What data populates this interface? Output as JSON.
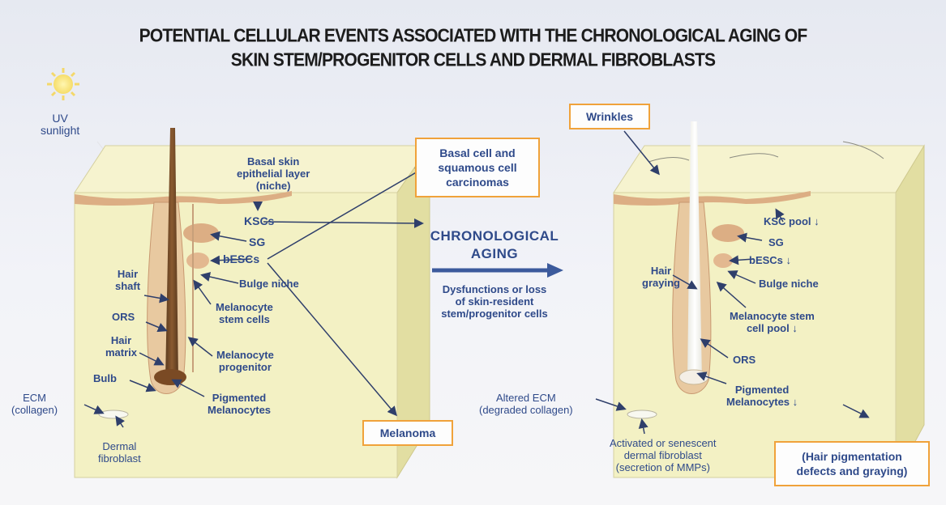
{
  "title_line1": "POTENTIAL CELLULAR EVENTS ASSOCIATED WITH THE CHRONOLOGICAL AGING OF",
  "title_line2": "SKIN STEM/PROGENITOR CELLS AND DERMAL FIBROBLASTS",
  "uv": {
    "line1": "UV",
    "line2": "sunlight"
  },
  "left": {
    "basal_1": "Basal skin",
    "basal_2": "epithelial layer",
    "basal_3": "(niche)",
    "kscs": "KSCs",
    "sg": "SG",
    "bescs": "bESCs",
    "bulge": "Bulge niche",
    "hair_shaft_1": "Hair",
    "hair_shaft_2": "shaft",
    "ors": "ORS",
    "hair_matrix_1": "Hair",
    "hair_matrix_2": "matrix",
    "bulb": "Bulb",
    "mel_stem_1": "Melanocyte",
    "mel_stem_2": "stem cells",
    "mel_prog_1": "Melanocyte",
    "mel_prog_2": "progenitor",
    "pig_1": "Pigmented",
    "pig_2": "Melanocytes",
    "ecm_1": "ECM",
    "ecm_2": "(collagen)",
    "fib_1": "Dermal",
    "fib_2": "fibroblast"
  },
  "boxes": {
    "carcinoma_1": "Basal cell and",
    "carcinoma_2": "squamous cell",
    "carcinoma_3": "carcinomas",
    "melanoma": "Melanoma",
    "wrinkles": "Wrinkles",
    "pigmentation_1": "(Hair pigmentation",
    "pigmentation_2": "defects and graying)"
  },
  "center": {
    "head_1": "CHRONOLOGICAL",
    "head_2": "AGING",
    "sub_1": "Dysfunctions or loss",
    "sub_2": "of skin-resident",
    "sub_3": "stem/progenitor cells"
  },
  "right": {
    "ksc_pool": "KSC pool ↓",
    "sg": "SG",
    "bescs": "bESCs ↓",
    "bulge": "Bulge niche",
    "graying_1": "Hair",
    "graying_2": "graying",
    "mel_pool_1": "Melanocyte stem",
    "mel_pool_2": "cell pool ↓",
    "ors": "ORS",
    "pig_1": "Pigmented",
    "pig_2": "Melanocytes ↓",
    "ecm_1": "Altered ECM",
    "ecm_2": "(degraded collagen)",
    "fib_1": "Activated or senescent",
    "fib_2": "dermal fibroblast",
    "fib_3": "(secretion of MMPs)"
  },
  "colors": {
    "label": "#2f4a8a",
    "box_border": "#f0a23a",
    "cube_face": "#f3f1c4",
    "cube_top": "#f6f3cf",
    "cube_side": "#e2dea2",
    "arrow": "#3c5a9c",
    "hair": "#7a5230",
    "tissue": "#dcae84"
  },
  "icons": [
    "sun-icon",
    "aging-arrow-icon"
  ]
}
